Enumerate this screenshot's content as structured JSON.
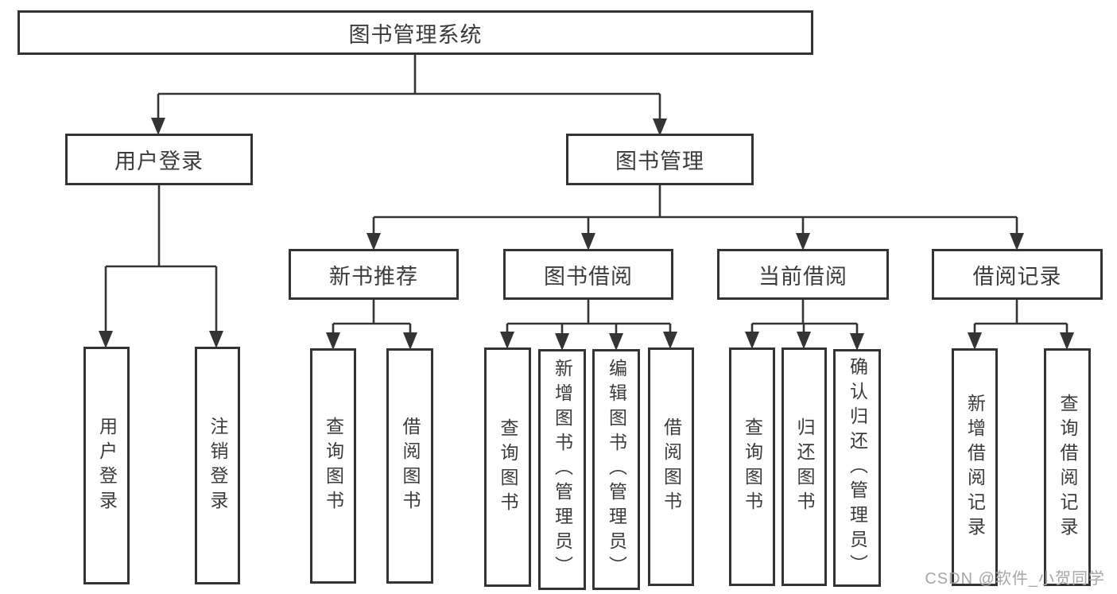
{
  "colors": {
    "line": "#343434",
    "box_border": "#343434",
    "text": "#3b3b3b",
    "watermark": "#a6a6a6",
    "background": "#ffffff"
  },
  "watermark": {
    "text": "CSDN @软件_小贺同学"
  },
  "tree": {
    "label": "图书管理系统",
    "children": [
      {
        "label": "用户登录",
        "children": [
          {
            "label": "用户登录"
          },
          {
            "label": "注销登录"
          }
        ]
      },
      {
        "label": "图书管理",
        "children": [
          {
            "label": "新书推荐",
            "children": [
              {
                "label": "查询图书"
              },
              {
                "label": "借阅图书"
              }
            ]
          },
          {
            "label": "图书借阅",
            "children": [
              {
                "label": "查询图书"
              },
              {
                "label": "新增图书（管理员）"
              },
              {
                "label": "编辑图书（管理员）"
              },
              {
                "label": "借阅图书"
              }
            ]
          },
          {
            "label": "当前借阅",
            "children": [
              {
                "label": "查询图书"
              },
              {
                "label": "归还图书"
              },
              {
                "label": "确认归还（管理员）"
              }
            ]
          },
          {
            "label": "借阅记录",
            "children": [
              {
                "label": "新增借阅记录"
              },
              {
                "label": "查询借阅记录"
              }
            ]
          }
        ]
      }
    ]
  }
}
